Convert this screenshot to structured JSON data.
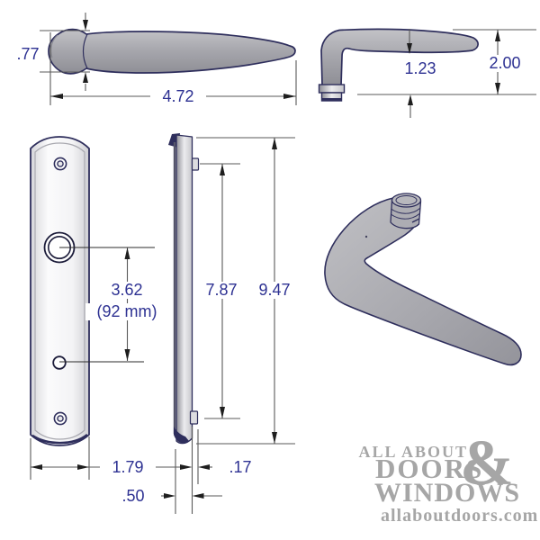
{
  "drawing": {
    "subject": "door-handle-and-backplate-dimension-diagram",
    "views": {
      "handle_side": {
        "height_in": ".77",
        "length_in": "4.72"
      },
      "handle_back": {
        "grip_to_base_in": "1.23",
        "overall_in": "2.00"
      },
      "plate_front": {
        "hole_spacing_in": "3.62",
        "hole_spacing_mm": "(92 mm)",
        "width_in": "1.79"
      },
      "plate_side": {
        "clip_span_in": "7.87",
        "overall_in": "9.47",
        "thickness_in": ".17",
        "depth_in": ".50"
      }
    },
    "colors": {
      "dimension_text": "#2d3192",
      "dimension_lines": "#5a5a5a",
      "part_outline": "#2e2e5c",
      "part_fill": "#a8a8ae",
      "logo_gray": "#a6a6a6"
    }
  },
  "logo": {
    "line1": "ALL ABOUT",
    "amp": "&",
    "line2": "DOORS",
    "line3": "WINDOWS",
    "site": "allaboutdoors.com"
  }
}
